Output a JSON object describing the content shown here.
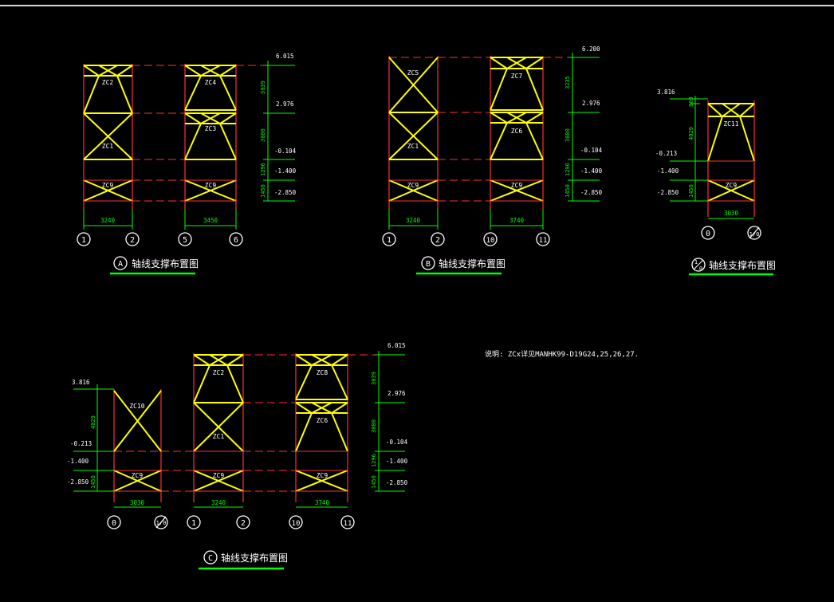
{
  "colors": {
    "background": "#000000",
    "brace": "#ffff00",
    "dashed": "#ff0000",
    "dimension": "#00ff00",
    "text": "#ffffff",
    "title_underline": "#00ff00"
  },
  "note": "说明: ZCx详见MANHK99-D19G24,25,26,27.",
  "panels": [
    {
      "id": "A",
      "title_badge": "A",
      "title_text": "轴线支撑布置图",
      "labels": [
        "ZC2",
        "ZC1",
        "ZC9",
        "ZC4",
        "ZC3",
        "ZC9"
      ],
      "dims": [
        "3240",
        "3450"
      ],
      "elevations": [
        "6.015",
        "2.976",
        "-0.104",
        "-1.400",
        "-2.850"
      ],
      "heights": [
        "3039",
        "3080",
        "1296",
        "1450"
      ],
      "axes": [
        "1",
        "2",
        "5",
        "6"
      ]
    },
    {
      "id": "B",
      "title_badge": "B",
      "title_text": "轴线支撑布置图",
      "labels": [
        "ZC5",
        "ZC1",
        "ZC9",
        "ZC7",
        "ZC6",
        "ZC9"
      ],
      "dims": [
        "3240",
        "3740"
      ],
      "elevations": [
        "6.200",
        "2.976",
        "-0.104",
        "-1.400",
        "-2.850"
      ],
      "heights": [
        "3235",
        "3080",
        "1296",
        "1450"
      ],
      "axes": [
        "1",
        "2",
        "10",
        "11"
      ]
    },
    {
      "id": "1/0",
      "title_badge_num": "1",
      "title_badge_den": "0",
      "title_text": "轴线支撑布置图",
      "labels": [
        "ZC11",
        "ZC9"
      ],
      "dims": [
        "3030"
      ],
      "elevations": [
        "3.816",
        "-0.213",
        "-1.400",
        "-2.850"
      ],
      "heights": [
        "969",
        "4029",
        "1450"
      ],
      "axes": [
        "0",
        "1/0"
      ]
    },
    {
      "id": "C",
      "title_badge": "C",
      "title_text": "轴线支撑布置图",
      "labels": [
        "ZC10",
        "ZC9",
        "ZC2",
        "ZC1",
        "ZC9",
        "ZC8",
        "ZC6",
        "ZC9"
      ],
      "dims": [
        "3030",
        "3240",
        "3740"
      ],
      "elevations_left": [
        "3.816",
        "-0.213",
        "-1.400",
        "-2.850"
      ],
      "elevations_right": [
        "6.015",
        "2.976",
        "-0.104",
        "-1.400",
        "-2.850"
      ],
      "heights_left": [
        "4029",
        "1450"
      ],
      "heights_right": [
        "3039",
        "3080",
        "1296",
        "1450"
      ],
      "axes": [
        "0",
        "1/0",
        "1",
        "2",
        "10",
        "11"
      ]
    }
  ]
}
